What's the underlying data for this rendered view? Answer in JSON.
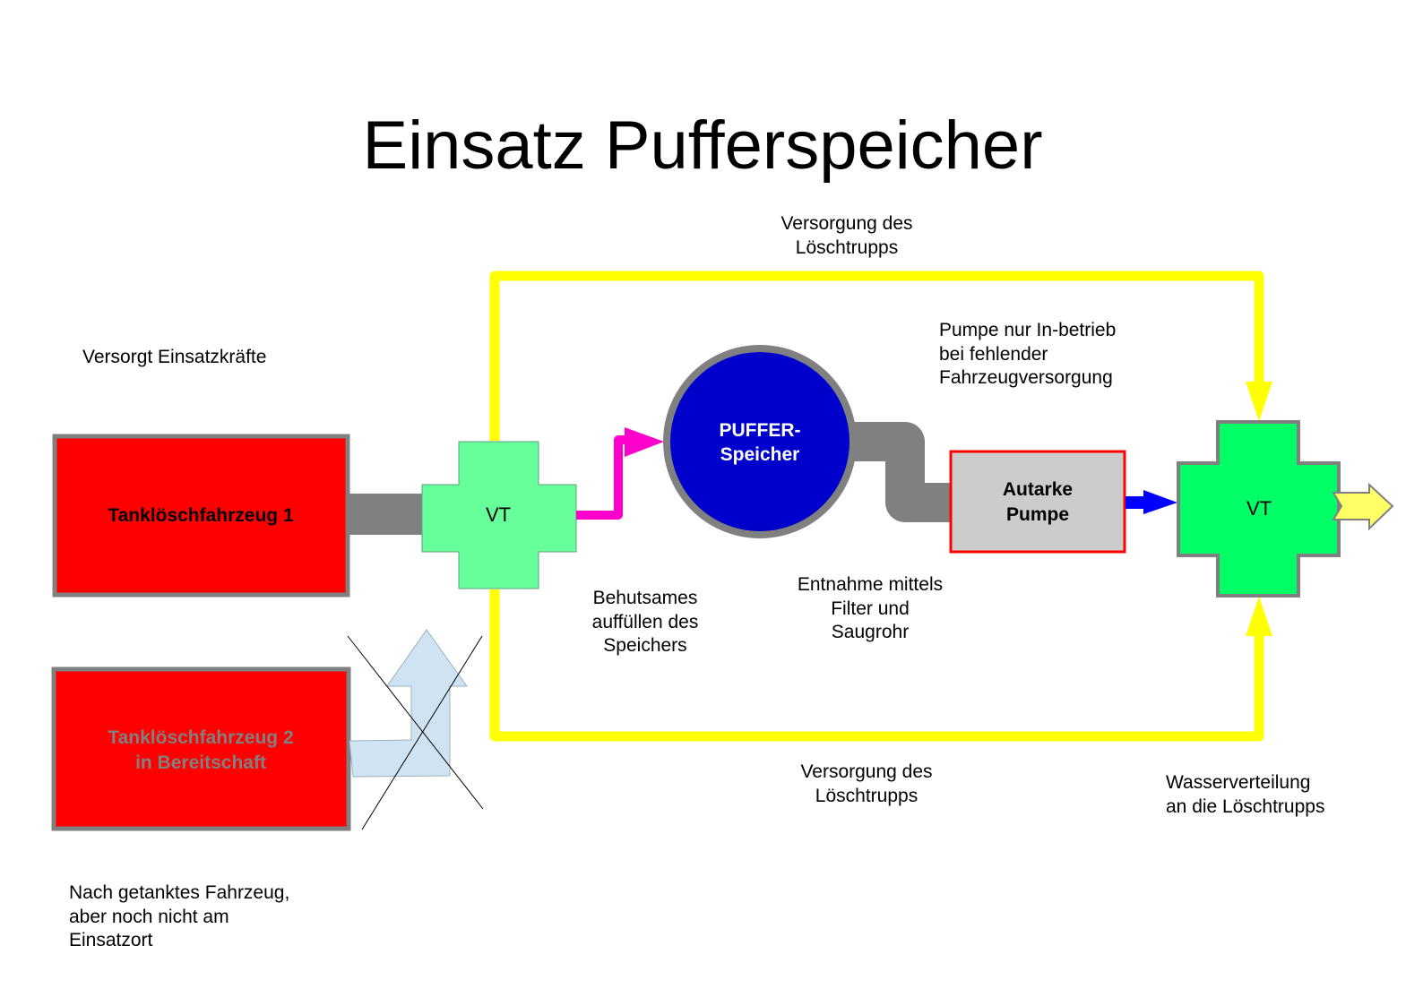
{
  "title": "Einsatz Pufferspeicher",
  "colors": {
    "vehicle_fill": "#ff0000",
    "vehicle_border": "#808080",
    "hose_gray": "#808080",
    "vt_left_fill": "#66ff99",
    "vt_right_fill": "#00ff66",
    "buffer_fill": "#0000cc",
    "pump_fill": "#cccccc",
    "pump_border": "#ff0000",
    "supply_line": "#ffff00",
    "fill_line": "#ff00cc",
    "pump_arrow": "#0000ff",
    "standby_arrow": "#cfe3f3",
    "outlet_arrow": "#ffff66"
  },
  "nodes": {
    "vehicle1": {
      "label": "Tanklöschfahrzeug 1",
      "icon": "fire-truck-block"
    },
    "vehicle2": {
      "line1": "Tanklöschfahrzeug 2",
      "line2": "in Bereitschaft",
      "status": "crossed-out / standby"
    },
    "vt_left": {
      "label": "VT",
      "icon": "cross-distributor"
    },
    "vt_right": {
      "label": "VT",
      "icon": "cross-distributor"
    },
    "buffer": {
      "line1": "PUFFER-",
      "line2": "Speicher",
      "icon": "circle-tank"
    },
    "pump": {
      "line1": "Autarke",
      "line2": "Pumpe",
      "icon": "pump-block"
    }
  },
  "annotations": {
    "top_supply": "Versorgung des\nLöschtrupps",
    "bottom_supply": "Versorgung des\nLöschtrupps",
    "supplies_forces": "Versorgt Einsatzkräfte",
    "pump_note": "Pumpe nur In-betrieb\nbei fehlender\nFahrzeugversorgung",
    "careful_fill": "Behutsames\nauffüllen des\nSpeichers",
    "extraction": "Entnahme mittels\nFilter und\nSaugrohr",
    "distribution": "Wasserverteilung\nan die Löschtrupps",
    "refueled_vehicle": "Nach getanktes Fahrzeug,\naber noch nicht am\nEinsatzort"
  }
}
